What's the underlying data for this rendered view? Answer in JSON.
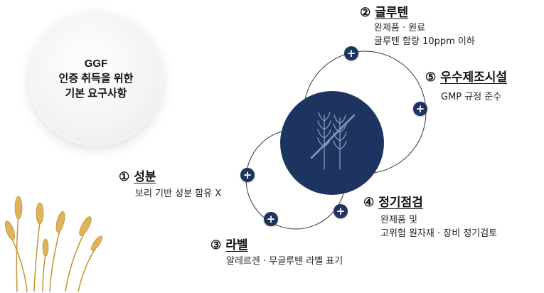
{
  "title": {
    "line1": "GGF",
    "line2": "인증 취득을 위한",
    "line3": "기본 요구사항"
  },
  "items": [
    {
      "num": "②",
      "heading": "글루텐",
      "desc": [
        "완제품 · 원료",
        "글루텐 함량 10ppm 이하"
      ]
    },
    {
      "num": "⑤",
      "heading": "우수제조시설",
      "desc": [
        "GMP 규정 준수"
      ]
    },
    {
      "num": "①",
      "heading": "성분",
      "desc": [
        "보리 기반 성분 함유 X"
      ]
    },
    {
      "num": "④",
      "heading": "정기점검",
      "desc": [
        "완제품 및",
        "고위험 원자재 · 장비 정기검토"
      ]
    },
    {
      "num": "③",
      "heading": "라벨",
      "desc": [
        "알레르겐 · 무글루텐 라벨 표기"
      ]
    }
  ],
  "plus_symbol": "+",
  "icons": {
    "center": "crossed-wheat-icon",
    "decor": "wheat-stalks-illustration"
  },
  "colors": {
    "accent": "#1d3461",
    "line": "#333333"
  }
}
